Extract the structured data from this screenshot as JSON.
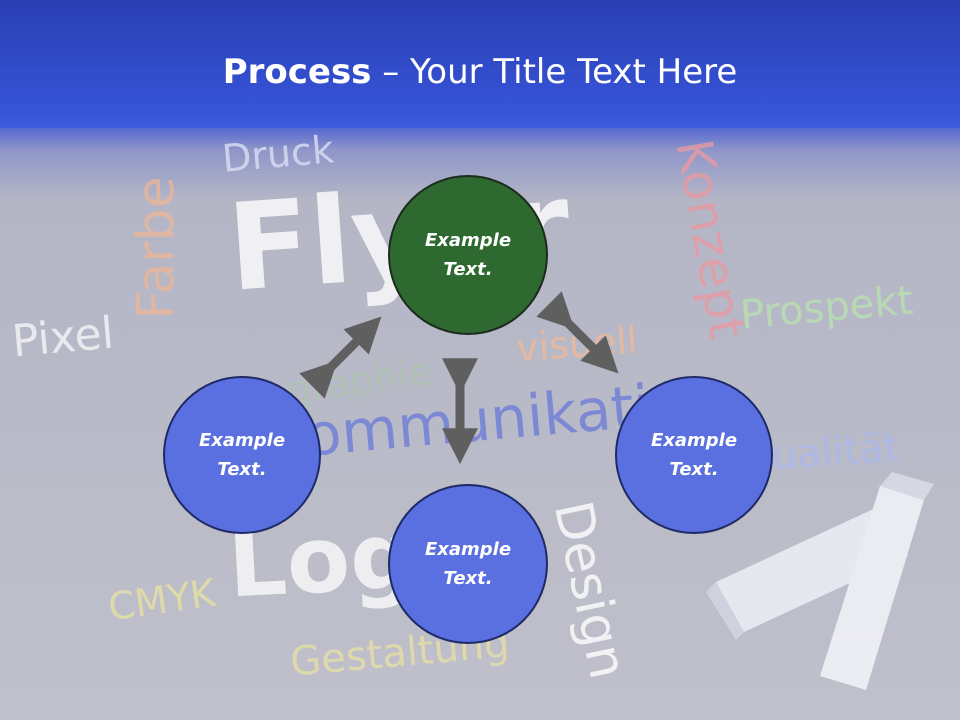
{
  "title": {
    "bold": "Process",
    "rest": " – Your Title Text Here"
  },
  "background_words": [
    "Druck",
    "Farbe",
    "Flyer",
    "Konzept",
    "Prospekt",
    "Pixel",
    "visuell",
    "Typographie",
    "Kommunikation",
    "Qualität",
    "Logo",
    "Design",
    "CMYK",
    "Gestaltung"
  ],
  "nodes": {
    "top": {
      "line1": "Example",
      "line2": "Text."
    },
    "left": {
      "line1": "Example",
      "line2": "Text."
    },
    "right": {
      "line1": "Example",
      "line2": "Text."
    },
    "bottom": {
      "line1": "Example",
      "line2": "Text."
    }
  },
  "colors": {
    "title_band": "#3552d4",
    "node_green": "#2e6a30",
    "node_blue": "#5a6fe0",
    "arrow": "#5f5f5f"
  }
}
